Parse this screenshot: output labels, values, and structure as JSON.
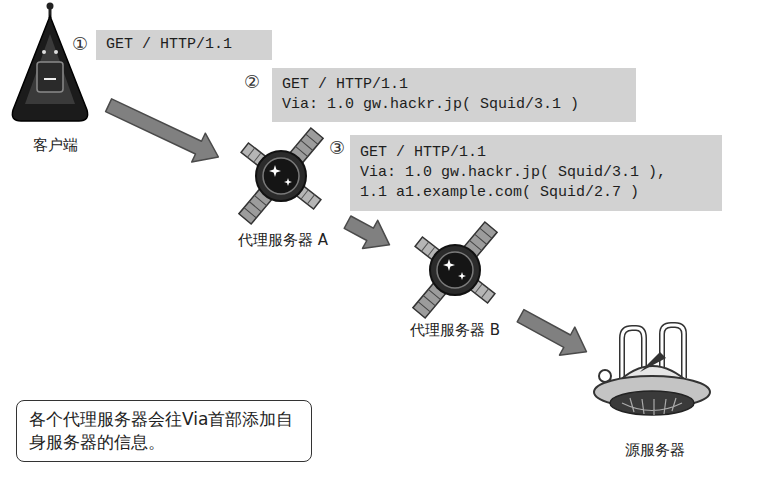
{
  "diagram": {
    "nodes": [
      {
        "text": [
          "客户端"
        ]
      },
      {
        "text": [
          "GET / HTTP/1.1"
        ]
      },
      {
        "text": [
          "GET / HTTP/1.1",
          "Via: 1.0 gw.hackr.jp( Squid/3.1 )"
        ]
      },
      {
        "text": [
          "代理服务器 A"
        ]
      },
      {
        "text": [
          "GET / HTTP/1.1",
          "Via: 1.0 gw.hackr.jp( Squid/3.1 ), 1.1 a1.example.com( Squid/2.7 )"
        ]
      },
      {
        "text": [
          "代理服务器 B"
        ]
      },
      {
        "text": [
          "源服务器"
        ]
      },
      {
        "text": [
          "各个代理服务器会往Via首部添加自身服务器的信息。"
        ]
      }
    ],
    "edges": [
      {
        "from": 0,
        "to": 3,
        "arrow": "to"
      },
      {
        "from": 3,
        "to": 5,
        "arrow": "to"
      },
      {
        "from": 5,
        "to": 6,
        "arrow": "to"
      }
    ],
    "labels": [
      "①",
      "②",
      "③"
    ]
  }
}
